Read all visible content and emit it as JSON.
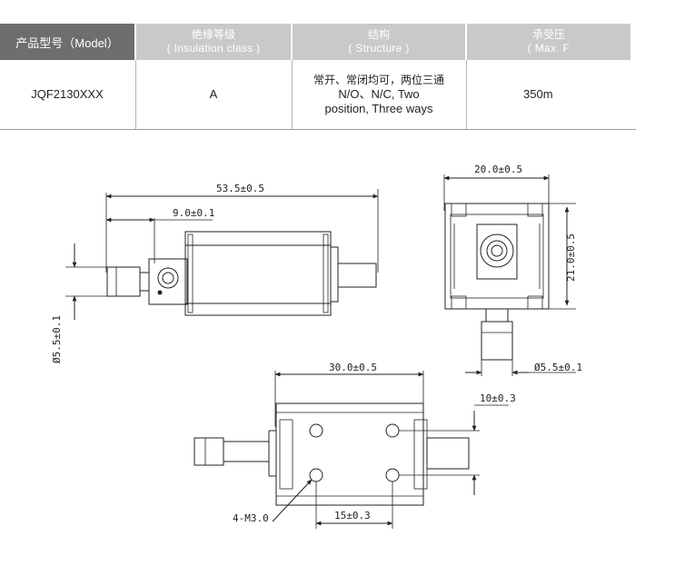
{
  "table": {
    "headers": [
      {
        "label": "产品型号（Model）",
        "sub": ""
      },
      {
        "label": "绝缘等级",
        "sub": "( Insulation class )"
      },
      {
        "label": "结构",
        "sub": "( Structure )"
      },
      {
        "label": "承受压",
        "sub": "( Max. F"
      }
    ],
    "row": {
      "model": "JQF2130XXX",
      "insulation": "A",
      "structure_line1": "常开、常闭均可，两位三通",
      "structure_line2": "N/O、N/C, Two",
      "structure_line3": "position, Three ways",
      "pressure": "350m"
    }
  },
  "drawing": {
    "side_view": {
      "overall_length": "53.5±0.5",
      "port_offset": "9.0±0.1",
      "port_diameter": "Ø5.5±0.1"
    },
    "end_view": {
      "width": "20.0±0.5",
      "height": "21.0±0.5",
      "port_diameter": "Ø5.5±0.1"
    },
    "bottom_view": {
      "body_length": "30.0±0.5",
      "hole_offset": "10±0.3",
      "hole_spacing": "15±0.3",
      "thread_callout": "4-M3.0"
    }
  }
}
